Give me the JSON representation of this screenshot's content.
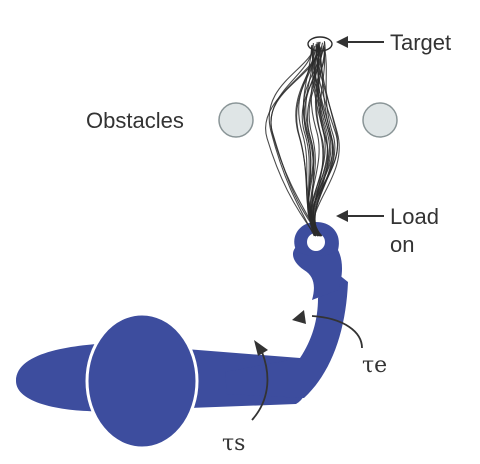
{
  "labels": {
    "target": "Target",
    "obstacles": "Obstacles",
    "load_line1": "Load",
    "load_line2": "on",
    "tau_e": "τe",
    "tau_s": "τs"
  },
  "colors": {
    "body": "#3d4d9e",
    "trajectory": "#2a2a2a",
    "obstacle_fill": "#dfe5e6",
    "obstacle_stroke": "#8a9597",
    "text": "#333333"
  },
  "trajectory_count": 30
}
